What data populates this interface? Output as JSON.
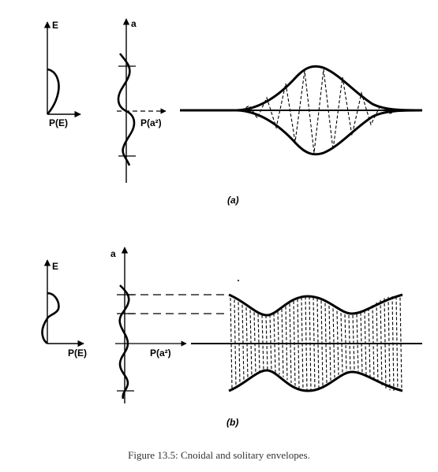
{
  "panel_a": {
    "energy_axis_label": "E",
    "energy_dist_label": "P(E)",
    "amp_axis_label": "a",
    "amp_dist_label": "P(a²)",
    "subcaption": "(a)"
  },
  "panel_b": {
    "energy_axis_label": "E",
    "energy_dist_label": "P(E)",
    "amp_axis_label": "a",
    "amp_dist_label": "P(a²)",
    "subcaption": "(b)"
  },
  "caption": {
    "text": "Figure 13.5:    Cnoidal and solitary envelopes."
  }
}
